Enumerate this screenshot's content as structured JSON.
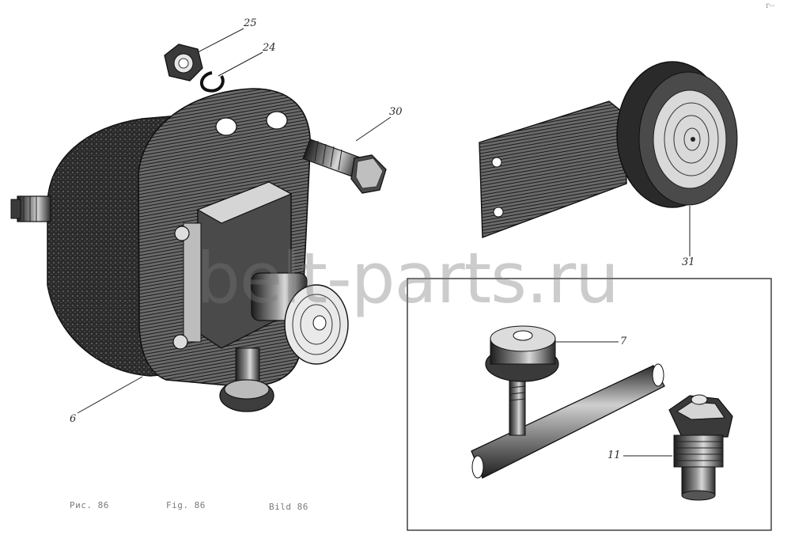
{
  "figure": {
    "callouts": {
      "c25": "25",
      "c24": "24",
      "c30": "30",
      "c31": "31",
      "c7": "7",
      "c11": "11",
      "c6": "6"
    },
    "captions": {
      "ru": "Рис. 86",
      "en": "Fig. 86",
      "de": "Bild 86"
    },
    "watermark": "belt-parts.ru",
    "corner_mark": "r--"
  },
  "colors": {
    "ink": "#1f1f1f",
    "paper": "#ffffff",
    "shade": "#555555"
  }
}
